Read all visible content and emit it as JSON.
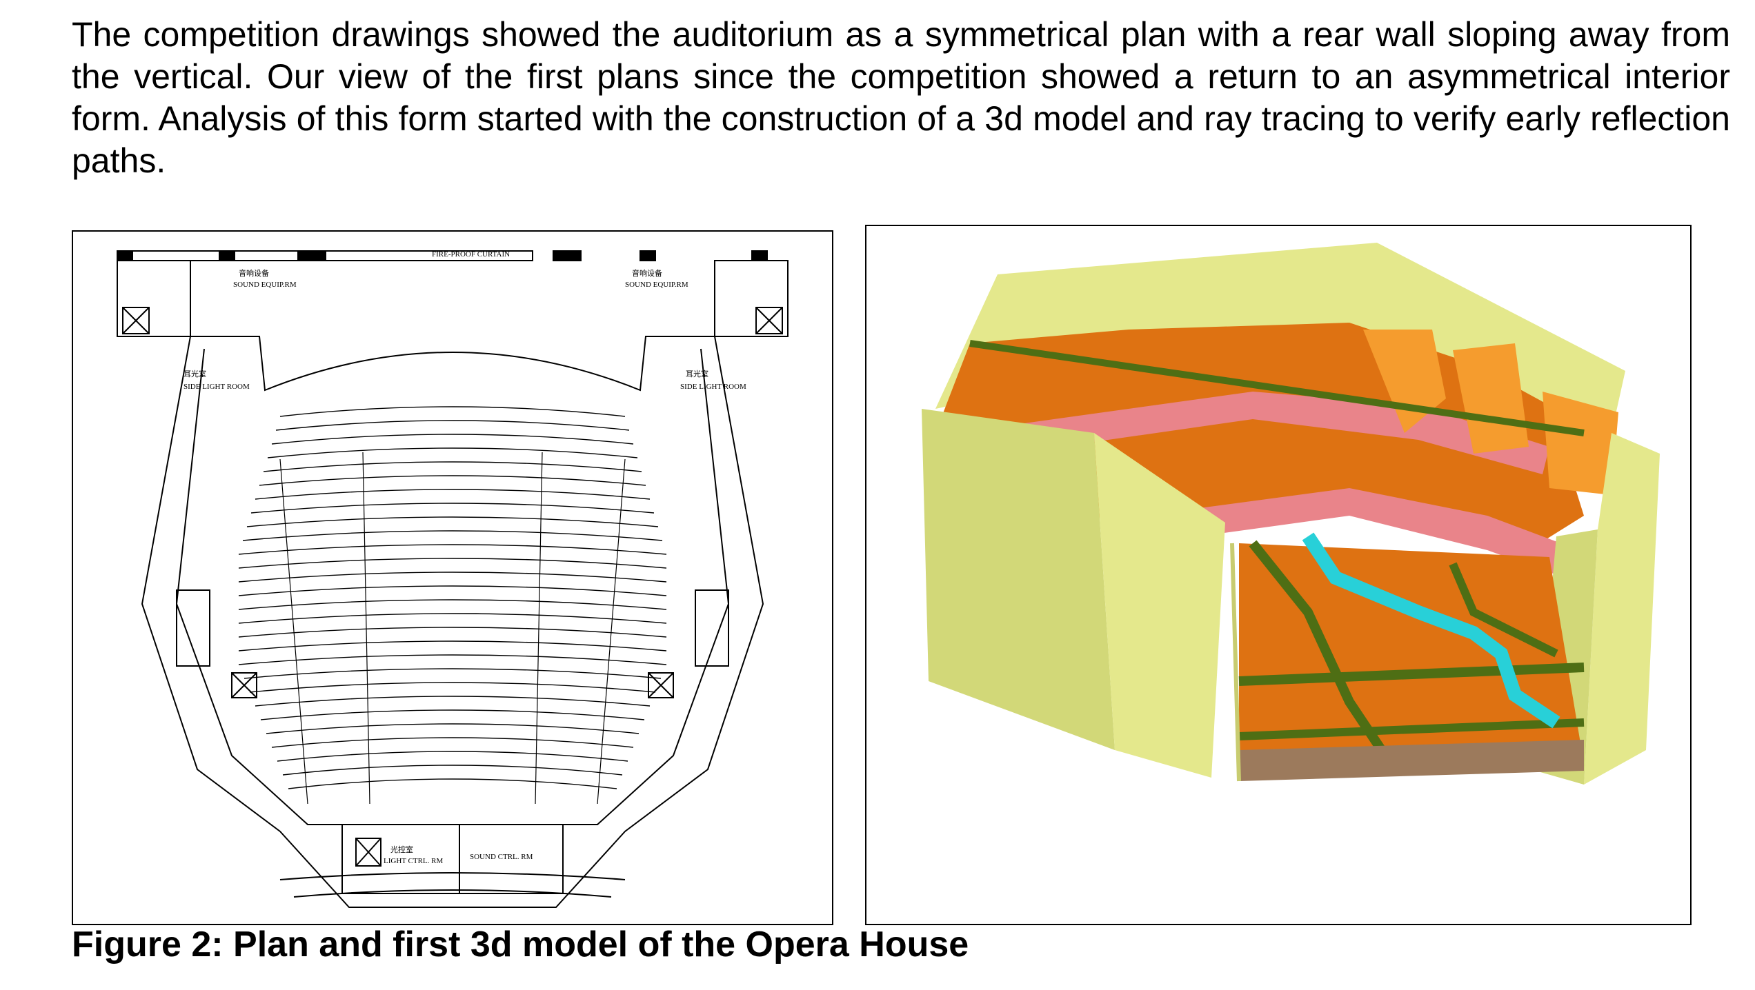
{
  "paragraph": "The competition drawings showed the auditorium as a symmetrical plan with a rear wall sloping away from the vertical. Our view of the first plans since the competition showed a return to an asymmetrical interior form.  Analysis of this form started with the construction of a 3d model and ray tracing to verify early reflection paths.",
  "figure": {
    "caption": "Figure 2: Plan and first 3d model of the Opera House",
    "plan_labels": {
      "fireproof_curtain": "FIRE-PROOF CURTAIN",
      "sound_equip_left_cn": "音响设备",
      "sound_equip_left": "SOUND EQUIP.RM",
      "sound_equip_right_cn": "音响设备",
      "sound_equip_right": "SOUND EQUIP.RM",
      "side_light_left_cn": "耳光室",
      "side_light_left": "SIDE LIGHT ROOM",
      "side_light_right_cn": "耳光室",
      "side_light_right": "SIDE LIGHT ROOM",
      "light_ctrl_cn": "光控室",
      "light_ctrl": "LIGHT CTRL. RM",
      "sound_ctrl": "SOUND CTRL. RM"
    },
    "model_colors": {
      "wall": "#e4e88c",
      "wall_shade": "#d2d878",
      "floor": "#de7212",
      "floor_light": "#f59c2e",
      "beam": "#4e6e14",
      "balcony": "#e9848a",
      "path": "#28d0d8",
      "stage_edge": "#9c7a5c"
    }
  }
}
